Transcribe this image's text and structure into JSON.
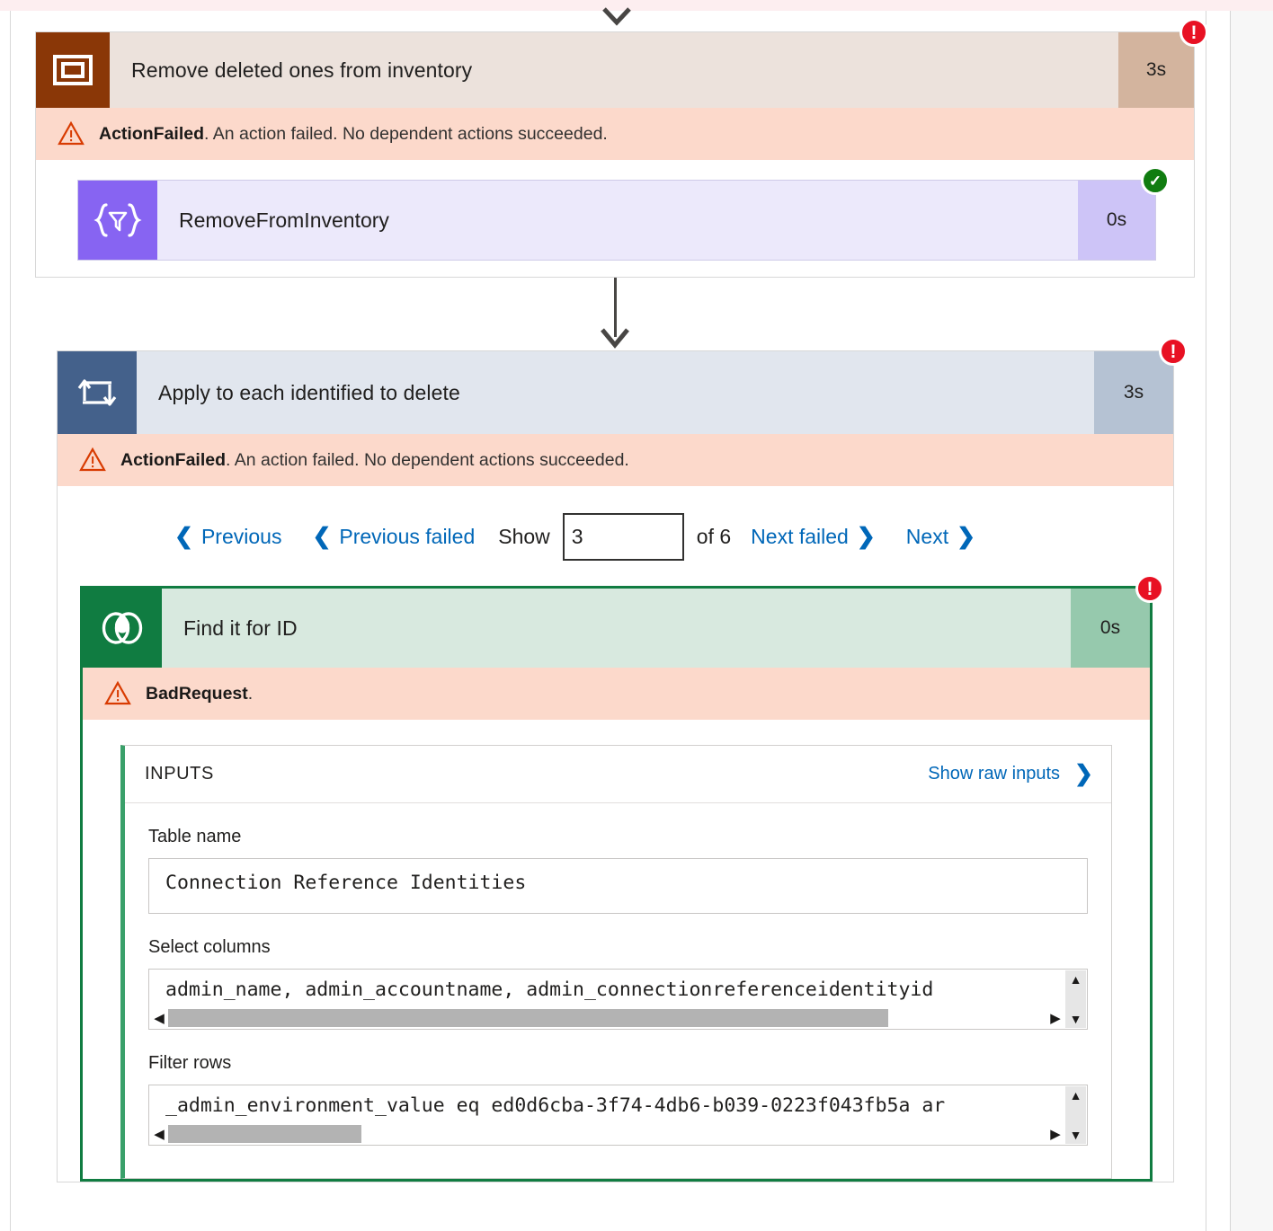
{
  "scope": {
    "icon": "scope-icon",
    "title": "Remove deleted ones from inventory",
    "duration": "3s",
    "status": "failed",
    "status_glyph": "!",
    "error": {
      "code": "ActionFailed",
      "message": ". An action failed. No dependent actions succeeded."
    }
  },
  "compose": {
    "icon": "filter-array-icon",
    "title": "RemoveFromInventory",
    "duration": "0s",
    "status": "succeeded",
    "status_glyph": "✓"
  },
  "foreach": {
    "icon": "loop-repeat-icon",
    "title": "Apply to each identified to delete",
    "duration": "3s",
    "status": "failed",
    "status_glyph": "!",
    "error": {
      "code": "ActionFailed",
      "message": ". An action failed. No dependent actions succeeded."
    },
    "pager": {
      "previous": "Previous",
      "previous_failed": "Previous failed",
      "show_label": "Show",
      "current_index": "3",
      "of_label": "of 6",
      "next_failed": "Next failed",
      "next": "Next",
      "chevron_left": "❮",
      "chevron_right": "❯"
    }
  },
  "action": {
    "icon": "dataverse-icon",
    "title": "Find it for ID",
    "duration": "0s",
    "status": "failed",
    "status_glyph": "!",
    "error": {
      "code": "BadRequest",
      "message": "."
    },
    "inputs": {
      "section_title": "INPUTS",
      "show_raw_label": "Show raw inputs",
      "raw_chevron": "❯",
      "fields": [
        {
          "label": "Table name",
          "value": "Connection Reference Identities",
          "scrollable": false
        },
        {
          "label": "Select columns",
          "value": "admin_name, admin_accountname, admin_connectionreferenceidentityid",
          "scrollable": true,
          "hscroll_thumb_pct": 82
        },
        {
          "label": "Filter rows",
          "value": "_admin_environment_value eq ed0d6cba-3f74-4db6-b039-0223f043fb5a ar",
          "scrollable": true,
          "hscroll_thumb_pct": 22
        }
      ]
    }
  },
  "colors": {
    "fail": "#e81123",
    "success": "#107c10",
    "error_strip_bg": "#fcd9cb",
    "warning_outline": "#d83b01",
    "link": "#0067b8",
    "scope_icon_bg": "#8a3707",
    "compose_icon_bg": "#8764f2",
    "foreach_icon_bg": "#44618b",
    "dataverse_icon_bg": "#107c41"
  },
  "icons": {
    "scroll_left": "◀",
    "scroll_right": "▶",
    "scroll_up": "▲",
    "scroll_down": "▼"
  }
}
